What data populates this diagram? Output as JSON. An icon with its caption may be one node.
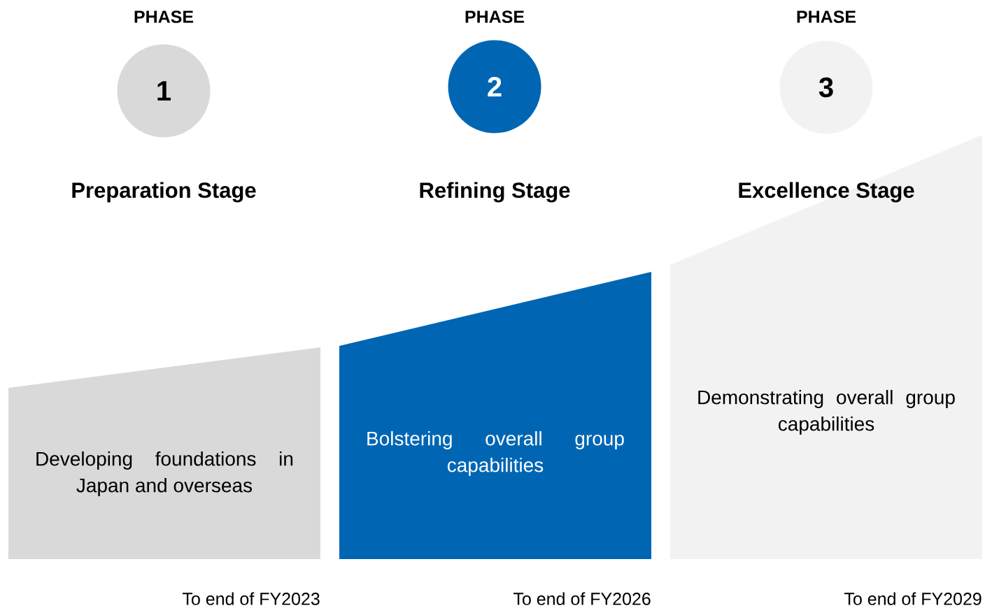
{
  "diagram": {
    "nodes": [
      {
        "text": [
          "PHASE",
          "1"
        ]
      },
      {
        "text": [
          "PHASE",
          "2"
        ]
      },
      {
        "text": [
          "PHASE",
          "3"
        ]
      },
      {
        "text": [
          "Developing foundations in Japan and overseas"
        ],
        "beside": [
          "To end of FY2023"
        ]
      },
      {
        "text": [
          "Bolstering overall group capabilities"
        ],
        "beside": [
          "To end of FY2026"
        ]
      },
      {
        "text": [
          "Demonstrating overall group capabilities"
        ],
        "beside": [
          "To end of FY2029"
        ]
      }
    ],
    "labels": [
      "Preparation Stage",
      "Refining Stage",
      "Excellence Stage"
    ]
  }
}
